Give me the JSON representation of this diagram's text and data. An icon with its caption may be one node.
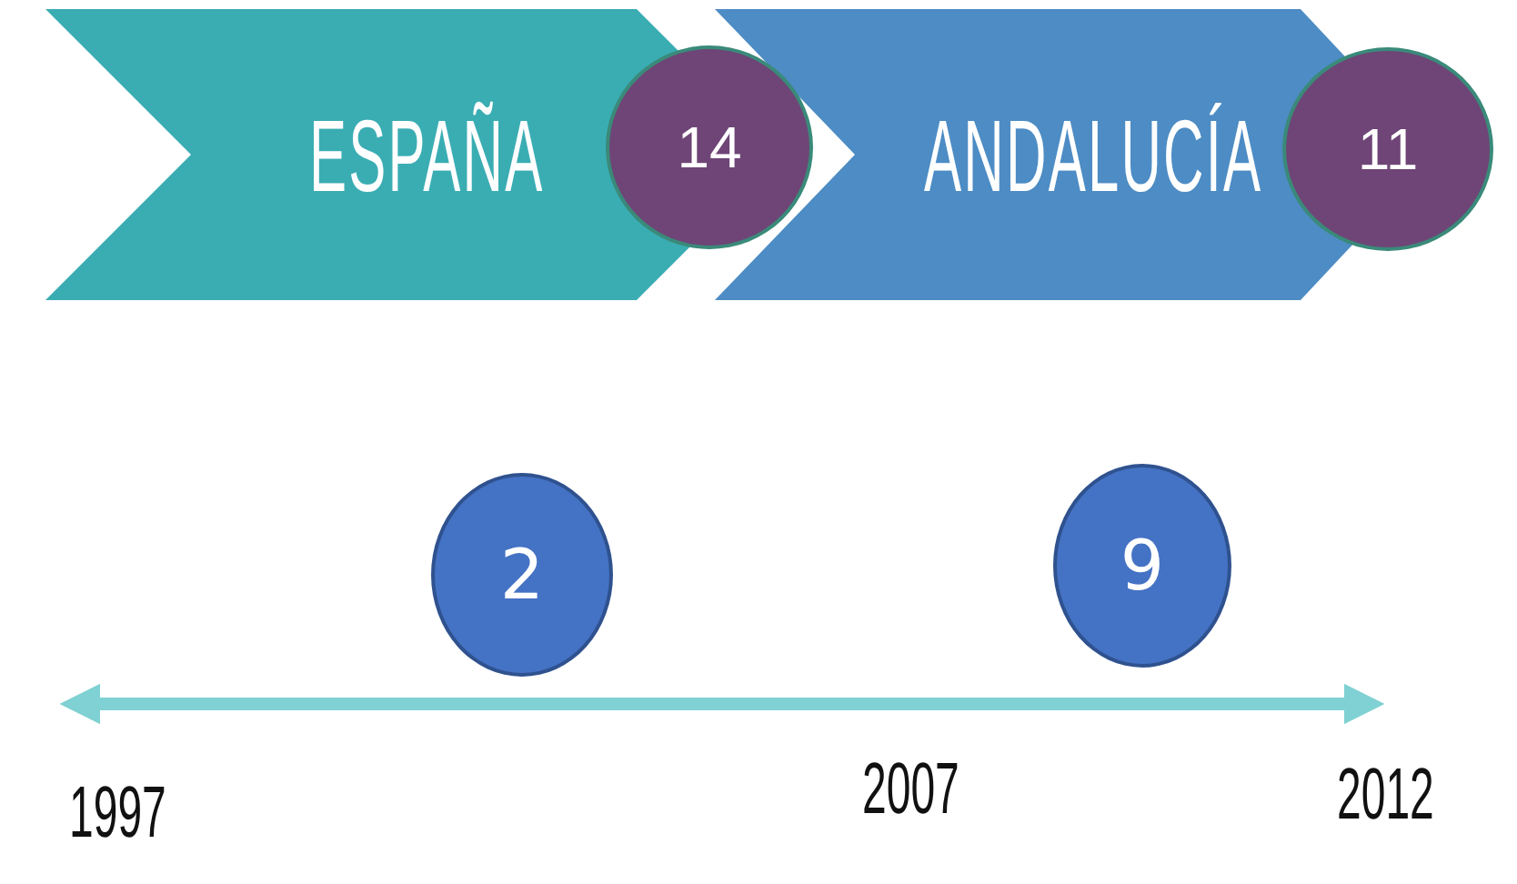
{
  "diagram": {
    "nodes": [
      {
        "text": [
          "ESPAÑA"
        ]
      },
      {
        "text": [
          "14"
        ]
      },
      {
        "text": [
          "ANDALUCÍA"
        ]
      },
      {
        "text": [
          "11"
        ]
      },
      {
        "text": [
          "2"
        ]
      },
      {
        "text": [
          "9"
        ]
      }
    ],
    "labels": [
      "1997",
      "2007",
      "2012"
    ]
  }
}
